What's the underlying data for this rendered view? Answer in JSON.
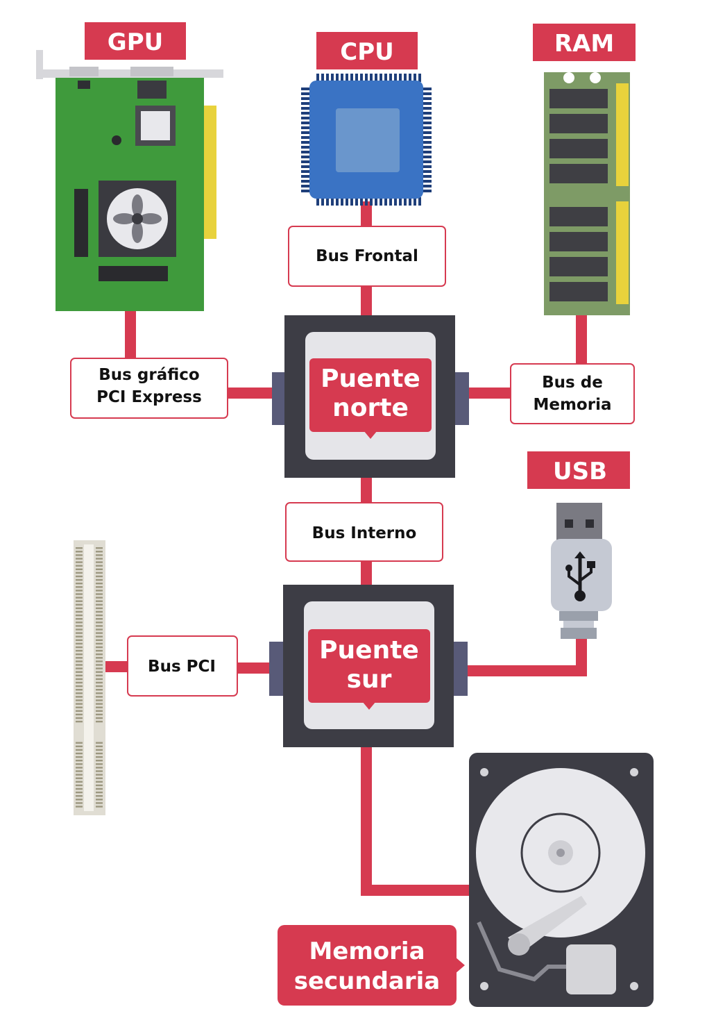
{
  "components": {
    "gpu": "GPU",
    "cpu": "CPU",
    "ram": "RAM",
    "usb": "USB"
  },
  "buses": {
    "frontal": "Bus Frontal",
    "grafico_line1": "Bus gráfico",
    "grafico_line2": "PCI Express",
    "memoria_line1": "Bus de",
    "memoria_line2": "Memoria",
    "interno": "Bus Interno",
    "pci": "Bus PCI"
  },
  "chips": {
    "norte_line1": "Puente",
    "norte_line2": "norte",
    "sur_line1": "Puente",
    "sur_line2": "sur"
  },
  "storage": {
    "line1": "Memoria",
    "line2": "secundaria"
  },
  "colors": {
    "accent_red": "#d63a50",
    "chip_dark": "#3d3d45",
    "pcb_green": "#3f9a3c",
    "cpu_blue": "#3a73c4"
  }
}
